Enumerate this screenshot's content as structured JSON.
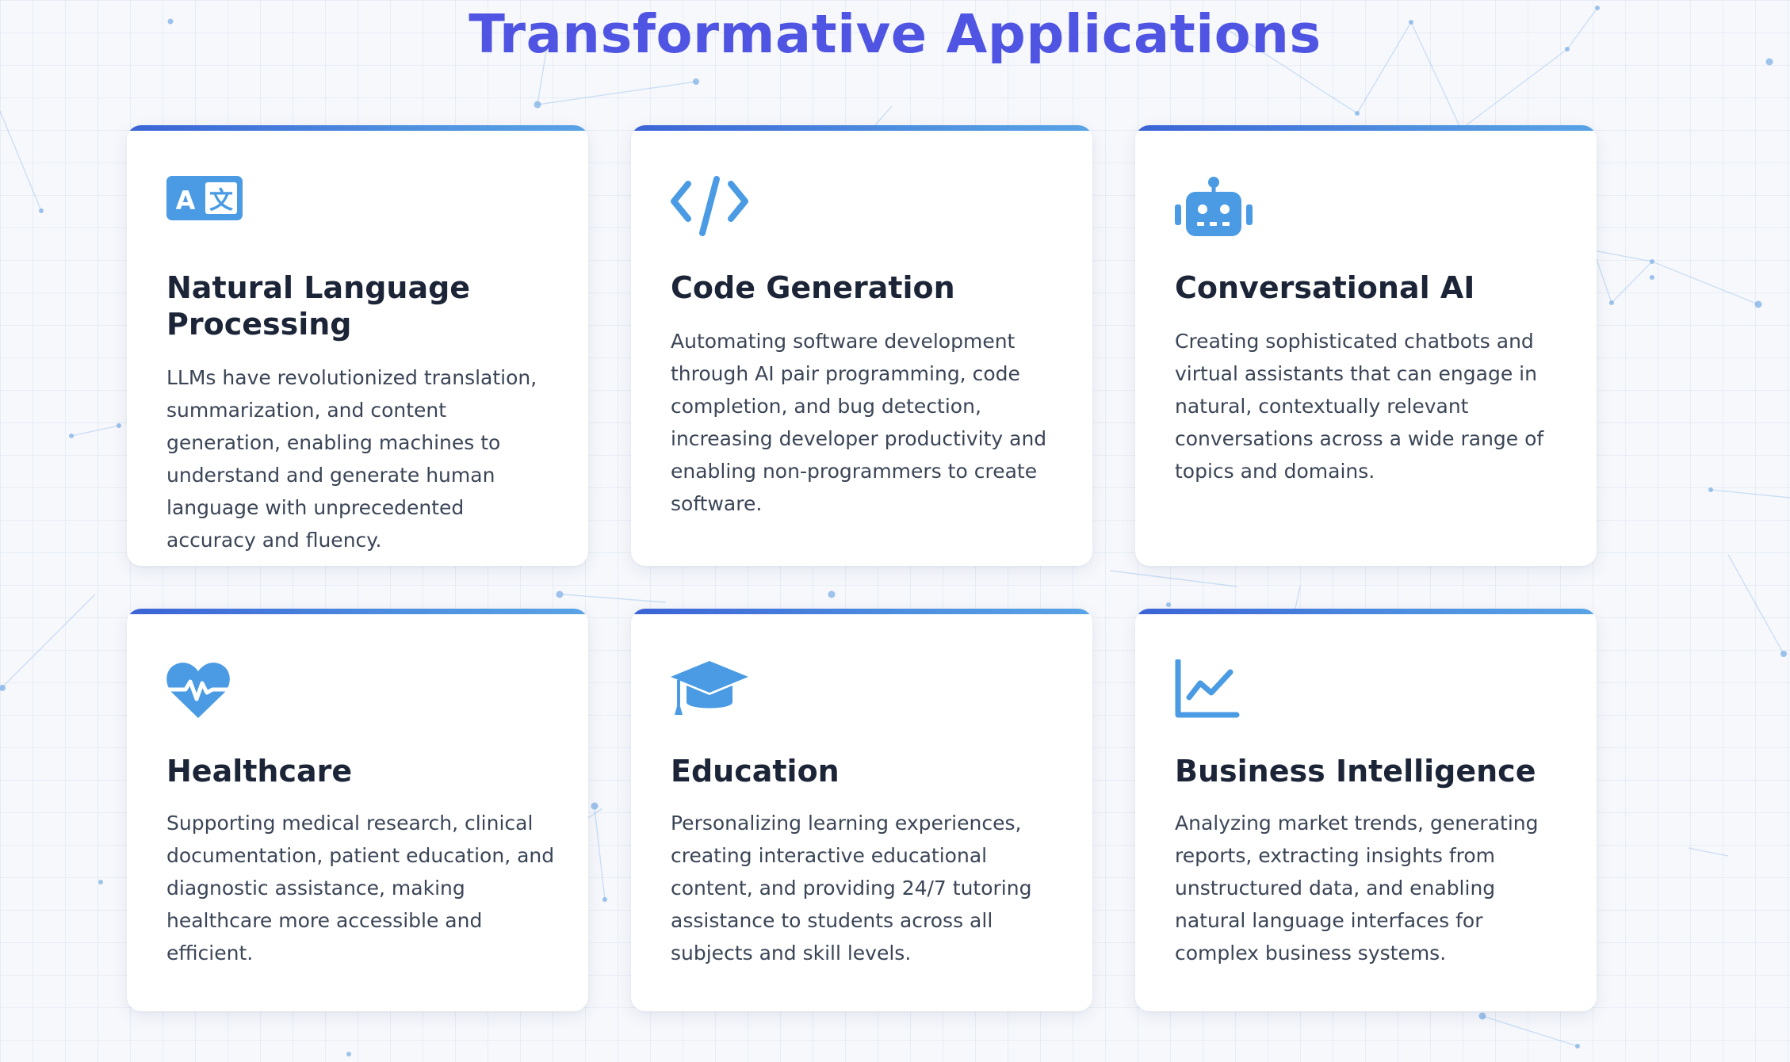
{
  "page": {
    "title": "Transformative Applications"
  },
  "colors": {
    "title": "#4f55e2",
    "accent": "#4a9be3",
    "heading": "#1c2537",
    "body_text": "#3b4556",
    "card_bar": "#3b63d6"
  },
  "cards": [
    {
      "icon": "translate-icon",
      "title": "Natural Language Processing",
      "description": "LLMs have revolutionized translation, summarization, and content generation, enabling machines to understand and generate human language with unprecedented accuracy and fluency."
    },
    {
      "icon": "code-icon",
      "title": "Code Generation",
      "description": "Automating software development through AI pair programming, code completion, and bug detection, increasing developer productivity and enabling non-programmers to create software."
    },
    {
      "icon": "robot-icon",
      "title": "Conversational AI",
      "description": "Creating sophisticated chatbots and virtual assistants that can engage in natural, contextually relevant conversations across a wide range of topics and domains."
    },
    {
      "icon": "heartbeat-icon",
      "title": "Healthcare",
      "description": "Supporting medical research, clinical documentation, patient education, and diagnostic assistance, making healthcare more accessible and efficient."
    },
    {
      "icon": "graduation-cap-icon",
      "title": "Education",
      "description": "Personalizing learning experiences, creating interactive educational content, and providing 24/7 tutoring assistance to students across all subjects and skill levels."
    },
    {
      "icon": "line-chart-icon",
      "title": "Business Intelligence",
      "description": "Analyzing market trends, generating reports, extracting insights from unstructured data, and enabling natural language interfaces for complex business systems."
    }
  ]
}
